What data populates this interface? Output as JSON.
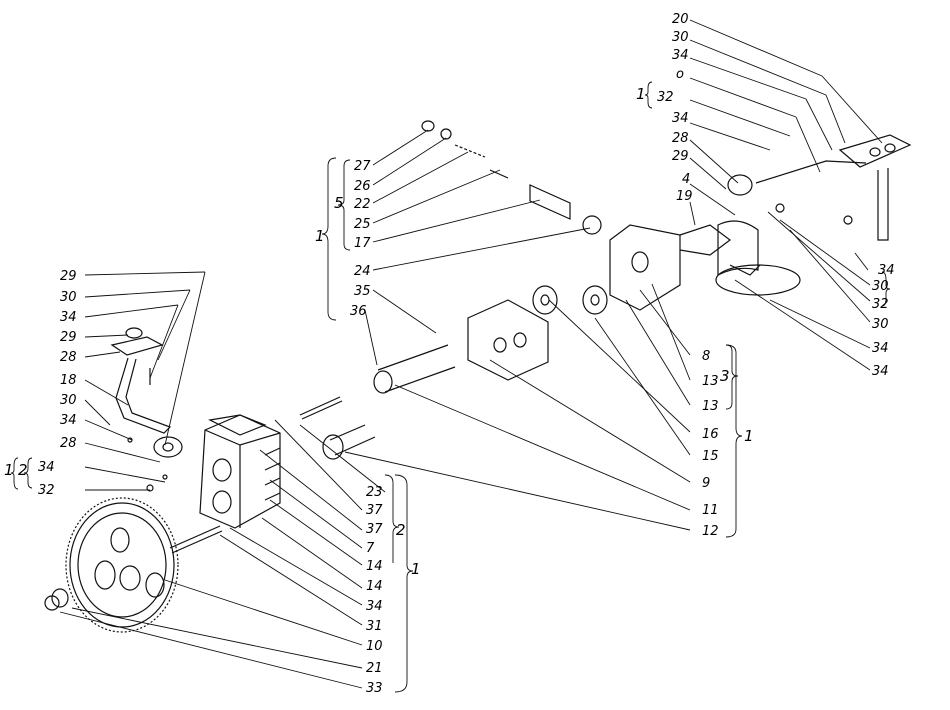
{
  "callouts": {
    "right_top": [
      "20",
      "30",
      "34",
      "o",
      "32",
      "34",
      "28",
      "29",
      "4",
      "19"
    ],
    "right_group": "1",
    "right_low": [
      "34",
      "30",
      "32",
      "30",
      "34",
      "34"
    ],
    "center_top": [
      "27",
      "26",
      "22",
      "25",
      "17"
    ],
    "center_brace_5": "5",
    "center_brace_1": "1",
    "center_mid": [
      "24",
      "35",
      "36"
    ],
    "center_right": [
      "8",
      "13",
      "13",
      "16",
      "15",
      "9",
      "11",
      "12"
    ],
    "center_brace_3": "3",
    "center_brace_1b": "1",
    "left_top": [
      "29",
      "30",
      "34",
      "29",
      "28",
      "18",
      "30",
      "34",
      "28"
    ],
    "left_brace_1": "1",
    "left_brace_2": "2",
    "left_br": [
      "34",
      "32"
    ],
    "lower_mid": [
      "23",
      "37",
      "37",
      "7",
      "14",
      "14",
      "34",
      "31",
      "10",
      "21",
      "33"
    ],
    "lower_brace_2": "2",
    "lower_brace_1": "1"
  }
}
